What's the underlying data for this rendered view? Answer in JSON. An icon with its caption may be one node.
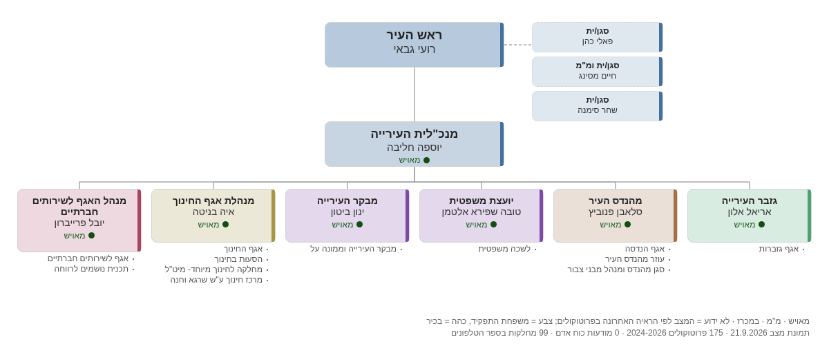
{
  "diagram": {
    "nodes": [
      {
        "text": [
          "ראש העיר",
          "רועי גבאי"
        ]
      },
      {
        "text": [
          "סגן/ית",
          "פאלי כהן"
        ]
      },
      {
        "text": [
          "סגן/ית ומ\"מ",
          "חיים מסינג"
        ]
      },
      {
        "text": [
          "סגן/ית",
          "שחר סימנה"
        ]
      },
      {
        "text": [
          "מנכ\"לית העירייה",
          "יוספה חליבה",
          "מאויש"
        ]
      },
      {
        "text": [
          "גזבר העירייה",
          "אריאל אלון",
          "מאויש"
        ],
        "beside": [
          "אגף גזברות"
        ]
      },
      {
        "text": [
          "מהנדס העיר",
          "סלאבן פנוביץ",
          "מאויש"
        ],
        "beside": [
          "אגף הנדסה",
          "עוזר מהנדס העיר",
          "סגן מהנדס ומנהל מבני צבור"
        ]
      },
      {
        "text": [
          "יועצת משפטית",
          "טובה שפירא אלטמן",
          "מאויש"
        ],
        "beside": [
          "לשכה משפטית"
        ]
      },
      {
        "text": [
          "מבקר העירייה",
          "ינון ביטון",
          "מאויש"
        ],
        "beside": [
          "מבקר העירייה וממונה על"
        ]
      },
      {
        "text": [
          "מנהלת אגף החינוך",
          "איה בניטה",
          "מאויש"
        ],
        "beside": [
          "אגף החינוך",
          "הסעות בחינוך",
          "מחלקה לחינוך מיוחד- מיט\"ל",
          "מרכז חינוך ע\"ש שרגא וחנה"
        ]
      },
      {
        "text": [
          "מנהל האגף לשירותים חברתיים",
          "יובל פרייברון",
          "מאויש"
        ],
        "beside": [
          "אגף לשירותים חברתיים",
          "תכנית נושמים לרווחה"
        ]
      }
    ],
    "edges": [
      {
        "from": 0,
        "to": 1,
        "arrow": "none",
        "style": "dashed"
      },
      {
        "from": 0,
        "to": 4,
        "arrow": "none"
      },
      {
        "from": 4,
        "to": 5,
        "arrow": "none"
      },
      {
        "from": 4,
        "to": 6,
        "arrow": "none"
      },
      {
        "from": 4,
        "to": 7,
        "arrow": "none"
      },
      {
        "from": 4,
        "to": 8,
        "arrow": "none"
      },
      {
        "from": 4,
        "to": 9,
        "arrow": "none"
      },
      {
        "from": 4,
        "to": 10,
        "arrow": "none"
      }
    ],
    "labels": [
      "מאויש · מ\"מ · במכרז · לא ידוע = המצב לפי הראיה האחרונה בפרוטוקולים; צבע = משפחת התפקיד, כהה = בכיר",
      "תמונת מצב 21.9.2026 · 175 פרוטוקולים 2024-2026 · 0 מודעות כוח אדם · 99 מחלקות בספר הטלפונים"
    ]
  }
}
